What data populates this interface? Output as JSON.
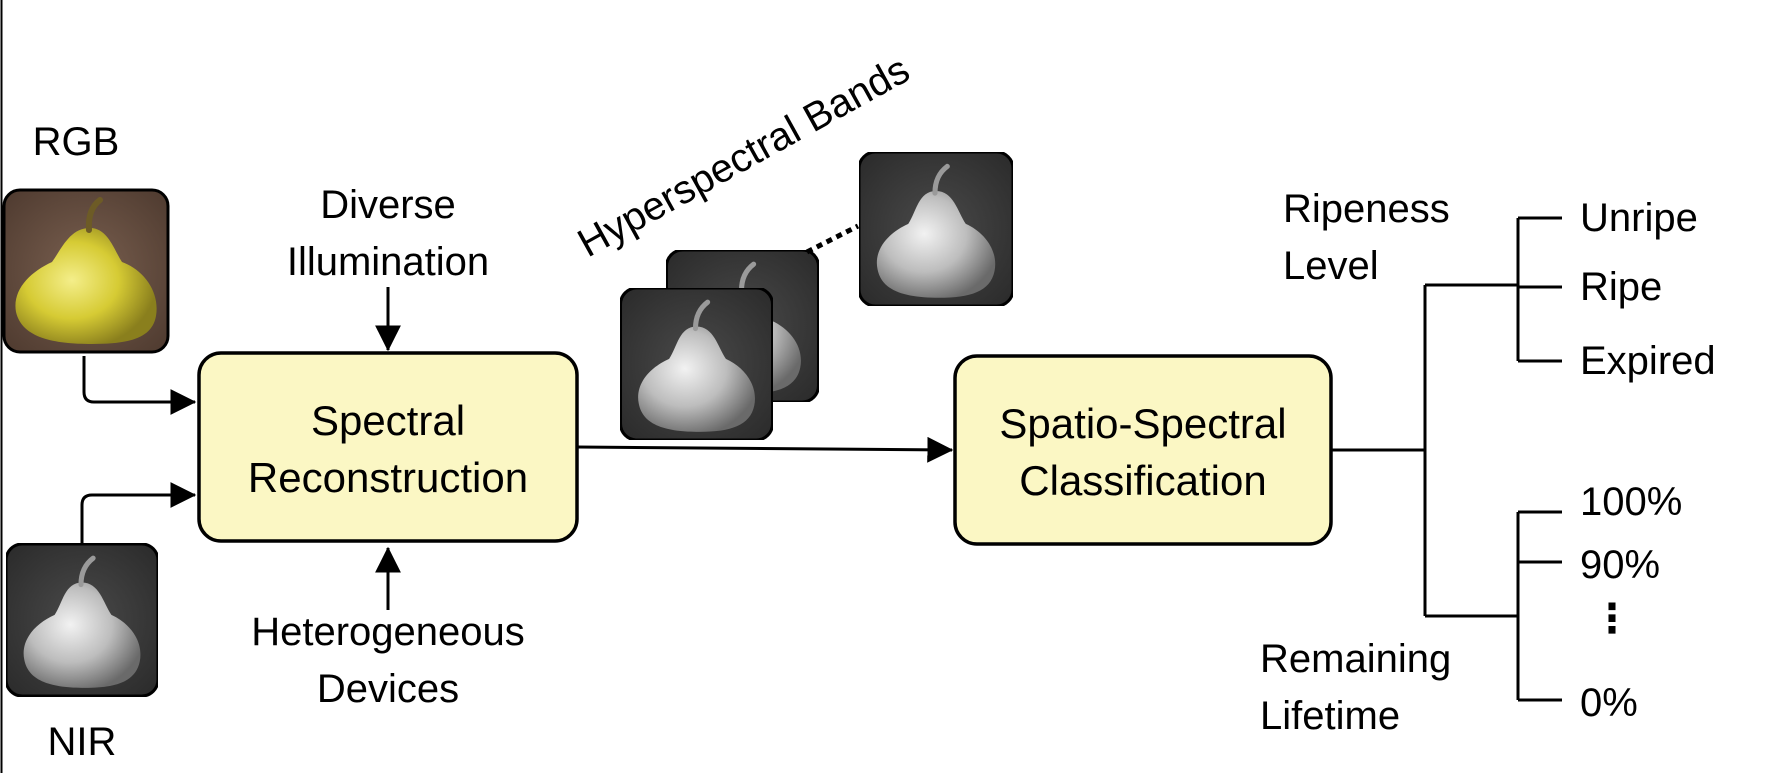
{
  "inputs": {
    "rgb_label": "RGB",
    "nir_label": "NIR"
  },
  "conditions": {
    "illumination_line1": "Diverse",
    "illumination_line2": "Illumination",
    "devices_line1": "Heterogeneous",
    "devices_line2": "Devices"
  },
  "reconstruction": {
    "line1": "Spectral",
    "line2": "Reconstruction"
  },
  "bands": {
    "label": "Hyperspectral Bands"
  },
  "classification": {
    "line1": "Spatio-Spectral",
    "line2": "Classification"
  },
  "ripeness": {
    "label_line1": "Ripeness",
    "label_line2": "Level",
    "classes": [
      "Unripe",
      "Ripe",
      "Expired"
    ]
  },
  "lifetime": {
    "label_line1": "Remaining",
    "label_line2": "Lifetime",
    "values": [
      "100%",
      "90%",
      "⋮",
      "0%"
    ]
  },
  "colors": {
    "box_fill": "#fbf7c4",
    "stroke": "#000000",
    "rgb_pear": "#d9cf3a",
    "rgb_background": "#5e4638",
    "gray_background": "#3a3a3a"
  },
  "icons": [
    "pear-rgb-thumbnail",
    "pear-nir-thumbnail",
    "pear-band-thumbnail"
  ]
}
